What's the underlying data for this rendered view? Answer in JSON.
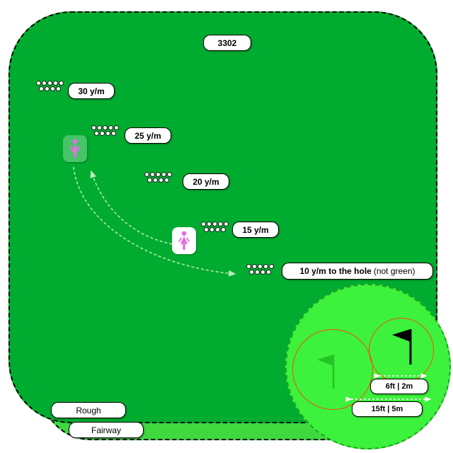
{
  "title": "3302",
  "stations": [
    {
      "distance": "30 y/m"
    },
    {
      "distance": "25 y/m"
    },
    {
      "distance": "20 y/m"
    },
    {
      "distance": "15 y/m"
    },
    {
      "distance": "10 y/m to the hole",
      "note": "(not green)"
    }
  ],
  "ball_rows": [
    5,
    4
  ],
  "terrain": {
    "rough": "Rough",
    "fairway": "Fairway"
  },
  "inset": {
    "near_distance": "6ft | 2m",
    "far_distance": "15ft | 5m"
  },
  "colors": {
    "rough_green": "#00AC2F",
    "fairway_green": "#3FD83F",
    "putting_green": "#3CF23C",
    "target_ring": "#FF4A00",
    "player": "#E66FE6"
  }
}
